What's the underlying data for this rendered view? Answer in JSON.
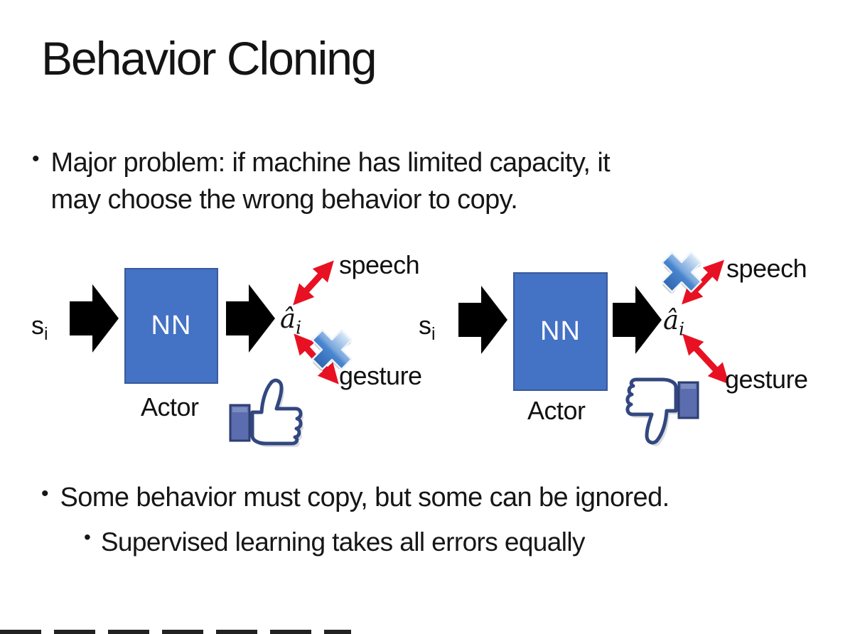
{
  "slide": {
    "title": "Behavior Cloning",
    "bullet1_line1": "Major problem: if machine has limited capacity, it",
    "bullet1_line2": "may choose the wrong behavior to copy.",
    "bullet2": "Some behavior must copy, but some can be ignored.",
    "bullet2_sub": "Supervised learning takes all errors equally",
    "bullet_glyph": "•"
  },
  "diagram_left": {
    "input_main": "s",
    "input_sub": "i",
    "box_label": "NN",
    "box_caption": "Actor",
    "output_main": "â",
    "output_sub": "i",
    "branch_top": "speech",
    "branch_bottom": "gesture",
    "crossed_out_branch": "gesture",
    "feedback_icon": "thumbs-up"
  },
  "diagram_right": {
    "input_main": "s",
    "input_sub": "i",
    "box_label": "NN",
    "box_caption": "Actor",
    "output_main": "â",
    "output_sub": "i",
    "branch_top": "speech",
    "branch_bottom": "gesture",
    "crossed_out_branch": "speech",
    "feedback_icon": "thumbs-down"
  },
  "colors": {
    "nn_box_fill": "#4472c4",
    "nn_box_border": "#3a5a9b",
    "flow_arrow": "#000000",
    "branch_arrow": "#e81123",
    "cross_icon_blue": "#4a86cf",
    "thumb_outline": "#33477f",
    "thumb_cuff": "#5b6dae"
  }
}
